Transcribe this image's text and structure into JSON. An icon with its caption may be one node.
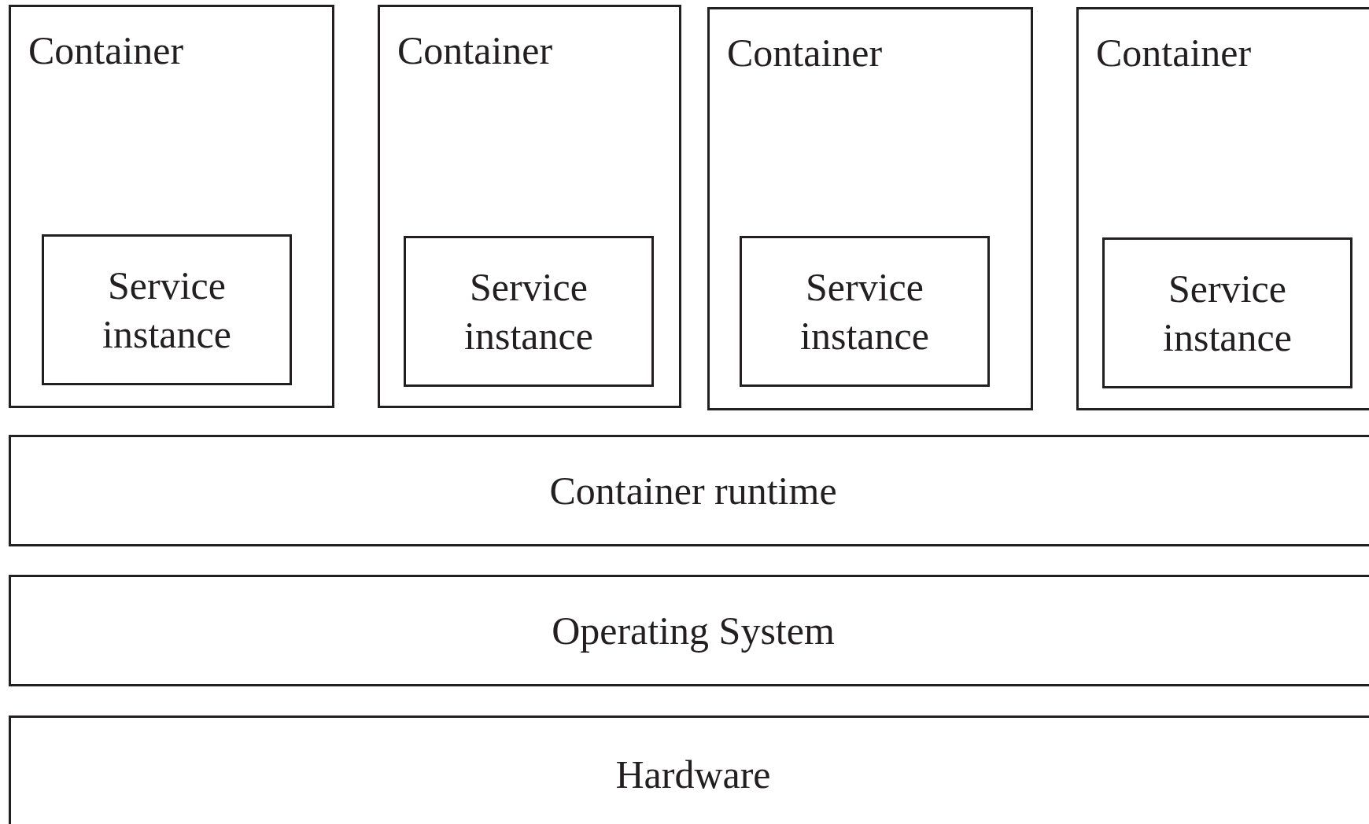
{
  "diagram": {
    "nodes": [
      {
        "text": [
          "Container"
        ]
      },
      {
        "text": [
          "Service instance"
        ],
        "in": 0
      },
      {
        "text": [
          "Container"
        ]
      },
      {
        "text": [
          "Service instance"
        ],
        "in": 2
      },
      {
        "text": [
          "Container"
        ]
      },
      {
        "text": [
          "Service instance"
        ],
        "in": 4
      },
      {
        "text": [
          "Container"
        ]
      },
      {
        "text": [
          "Service instance"
        ],
        "in": 6
      },
      {
        "text": [
          "Container runtime"
        ]
      },
      {
        "text": [
          "Operating System"
        ]
      },
      {
        "text": [
          "Hardware"
        ]
      }
    ]
  }
}
